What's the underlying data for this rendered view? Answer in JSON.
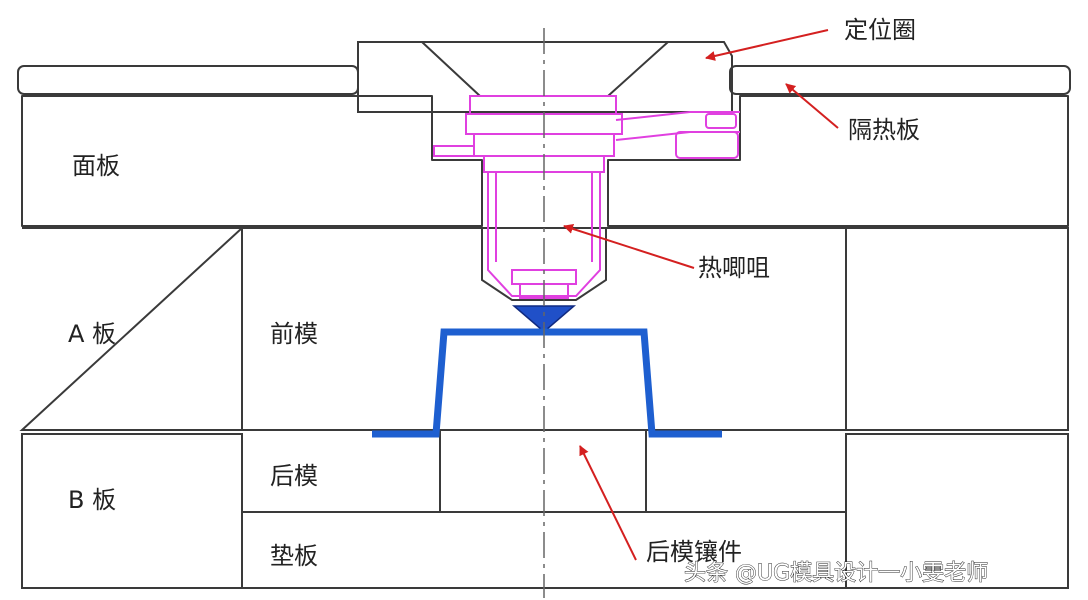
{
  "labels": {
    "locating_ring": "定位圈",
    "insulation_plate": "隔热板",
    "top_clamp_plate": "面板",
    "hot_nozzle": "热唧咀",
    "a_plate": "A 板",
    "cavity": "前模",
    "b_plate": "B 板",
    "core": "后模",
    "core_insert": "后模镶件",
    "support_plate": "垫板"
  },
  "watermark": "头条 @UG模具设计一小雯老师",
  "colors": {
    "outline": "#3a3a3a",
    "nozzle": "#e040e0",
    "part": "#1e5fd0",
    "arrow": "#d42020"
  }
}
